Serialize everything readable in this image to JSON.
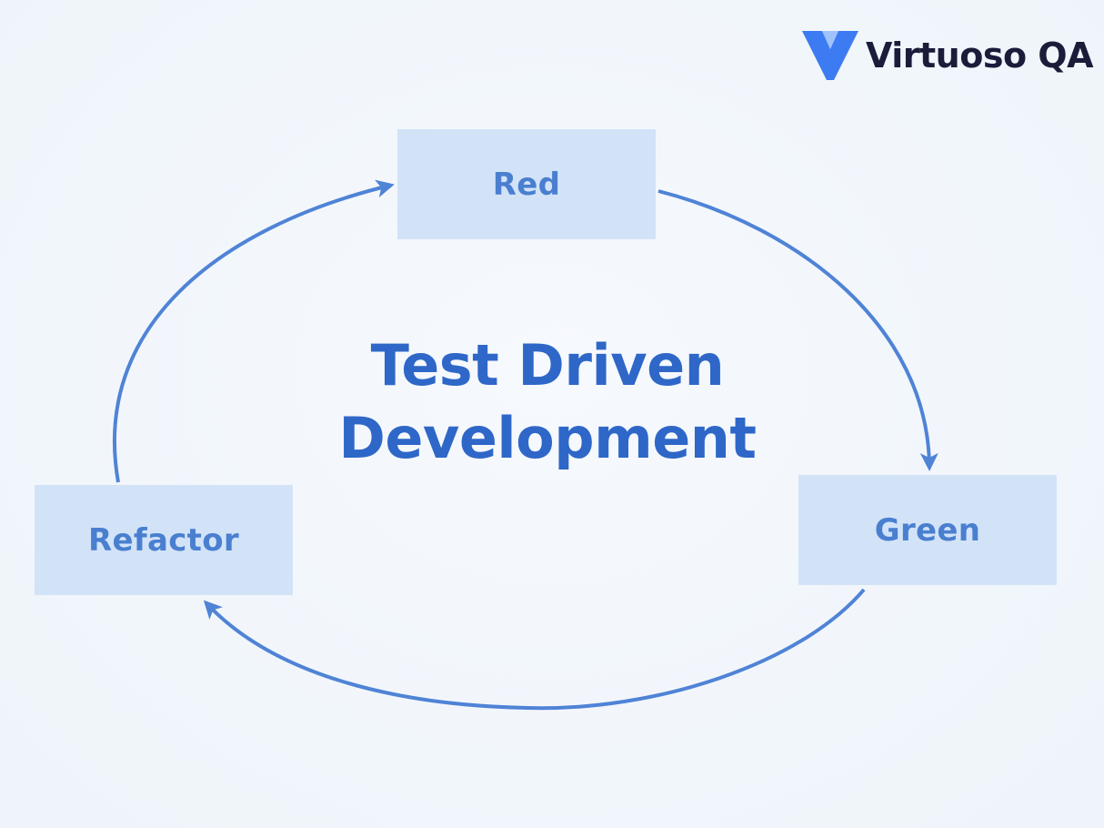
{
  "diagram": {
    "title_line1": "Test Driven",
    "title_line2": "Development",
    "nodes": {
      "red": "Red",
      "green": "Green",
      "refactor": "Refactor"
    }
  },
  "brand": {
    "name": "Virtuoso QA"
  },
  "colors": {
    "background": "#f1f6fb",
    "box_fill": "#d2e3f8",
    "box_text": "#4a7fd0",
    "title_text": "#2e67c8",
    "arrow": "#4f83d6",
    "logo_blue": "#3d7bf2",
    "logo_text": "#1a1c3a"
  }
}
